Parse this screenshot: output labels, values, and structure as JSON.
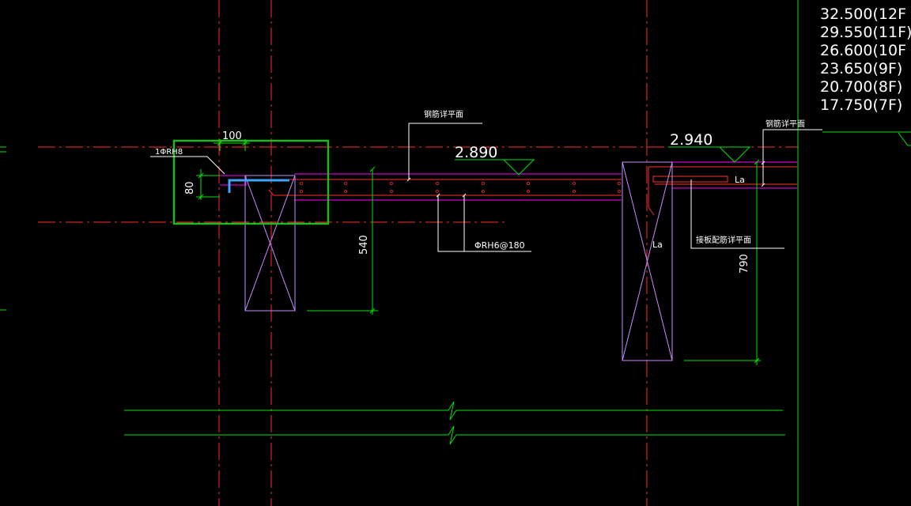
{
  "colors": {
    "background": "#000000",
    "axis": "#ff2b2b",
    "rebar": "#ff3030",
    "outline": "#ff00ff",
    "column": "#c88cff",
    "dimension": "#00e400",
    "leader": "#ffffff",
    "text": "#ffffff",
    "selection": "#1fb81f",
    "highlight": "#3da6ff"
  },
  "elevation_list": [
    {
      "value": "32.500",
      "floor": "(12F"
    },
    {
      "value": "29.550",
      "floor": "(11F)"
    },
    {
      "value": "26.600",
      "floor": "(10F"
    },
    {
      "value": "23.650",
      "floor": "(9F)"
    },
    {
      "value": "20.700",
      "floor": "(8F)"
    },
    {
      "value": "17.750",
      "floor": "(7F)"
    }
  ],
  "annotations": {
    "rebar_detail_1": "钢筋详平面",
    "rebar_detail_2": "钢筋详平面",
    "slab_rebar_detail": "接板配筋详平面",
    "top_bar": "1ΦRH8",
    "stirrup": "ΦRH6@180",
    "anchor_1": "La",
    "anchor_2": "La"
  },
  "levels": {
    "left": "2.890",
    "right": "2.940"
  },
  "dimensions": {
    "width_100": "100",
    "thickness_80": "80",
    "height_540": "540",
    "height_790": "790"
  }
}
